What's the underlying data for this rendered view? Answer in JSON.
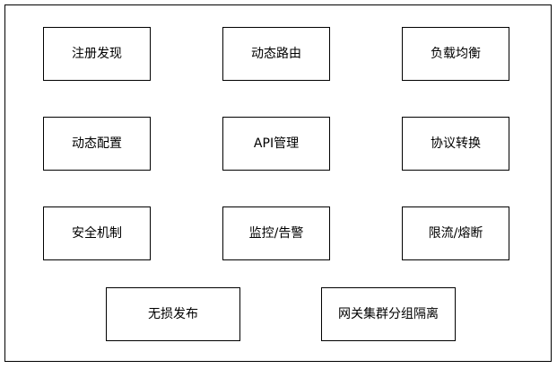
{
  "diagram": {
    "boxes": [
      {
        "label": "注册发现"
      },
      {
        "label": "动态路由"
      },
      {
        "label": "负载均衡"
      },
      {
        "label": "动态配置"
      },
      {
        "label": "API管理"
      },
      {
        "label": "协议转换"
      },
      {
        "label": "安全机制"
      },
      {
        "label": "监控/告警"
      },
      {
        "label": "限流/熔断"
      },
      {
        "label": "无损发布"
      },
      {
        "label": "网关集群分组隔离"
      }
    ]
  }
}
